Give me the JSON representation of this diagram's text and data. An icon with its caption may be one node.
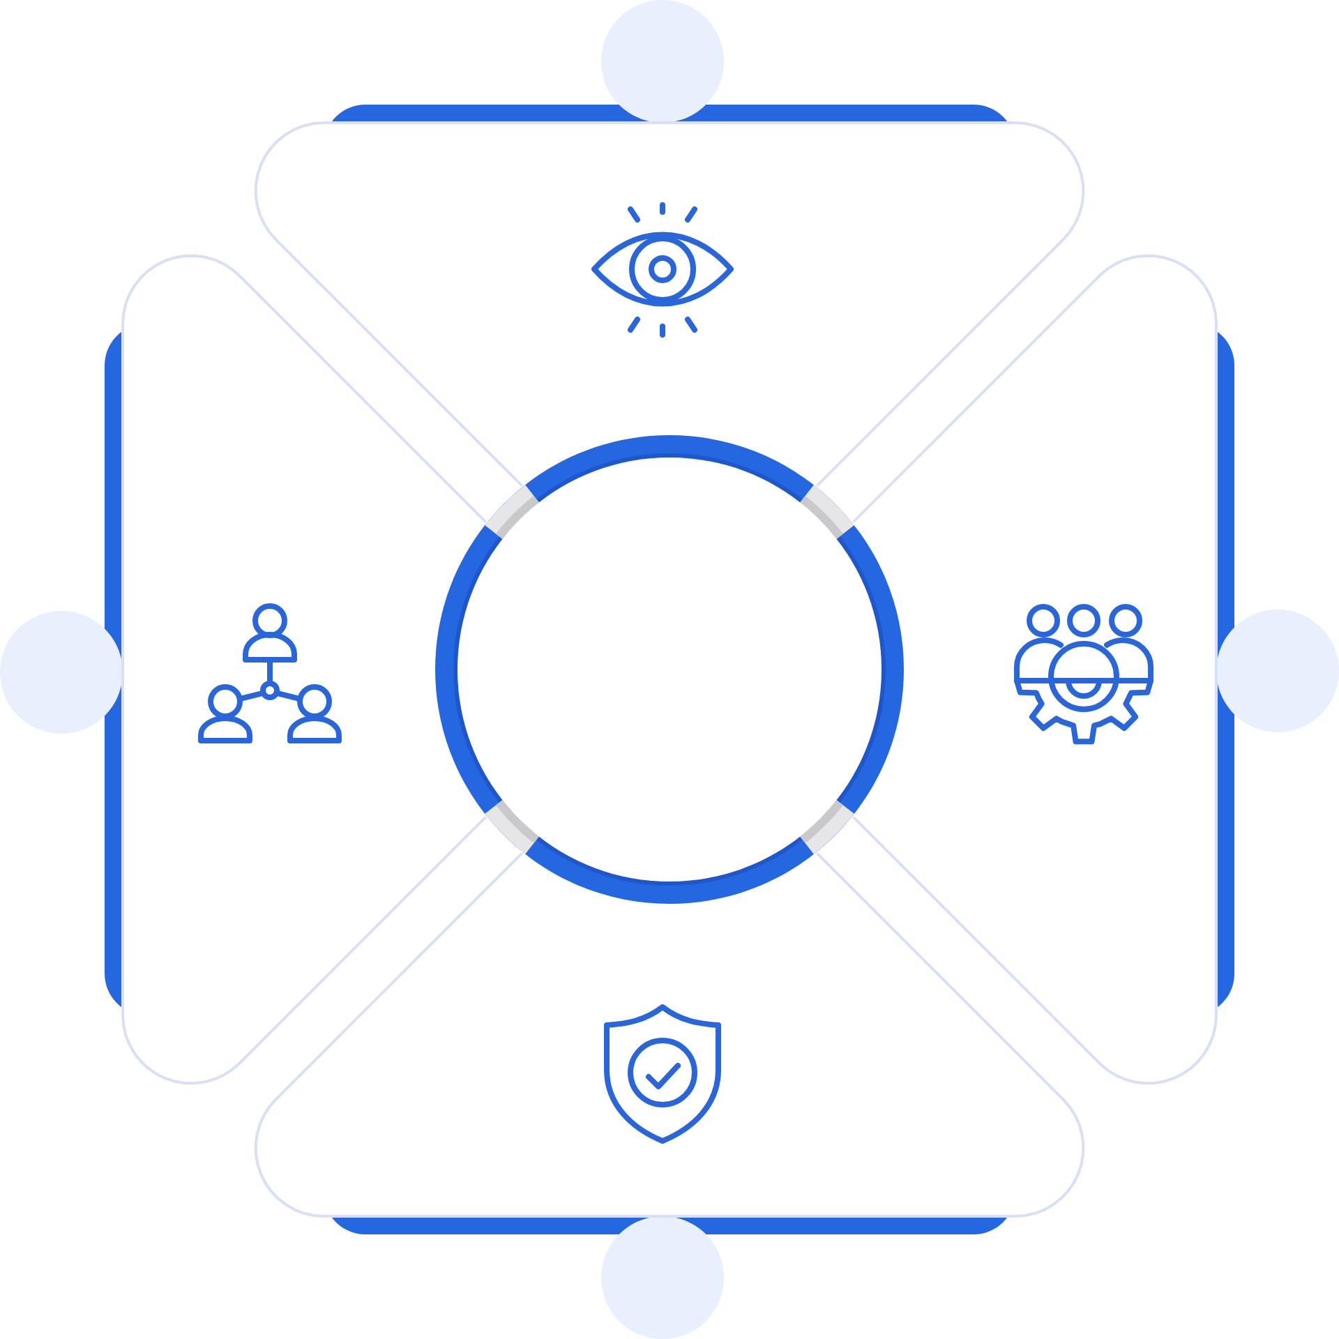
{
  "diagram": {
    "nodes": [
      {
        "text": [],
        "shape": "circle"
      },
      {
        "text": [],
        "shape": "triangle"
      },
      {
        "text": [],
        "shape": "circle"
      },
      {
        "text": [],
        "shape": "triangle"
      },
      {
        "text": [],
        "shape": "circle"
      },
      {
        "text": [],
        "shape": "triangle"
      },
      {
        "text": [],
        "shape": "circle"
      },
      {
        "text": [],
        "shape": "triangle"
      },
      {
        "text": [],
        "shape": "circle"
      }
    ]
  }
}
